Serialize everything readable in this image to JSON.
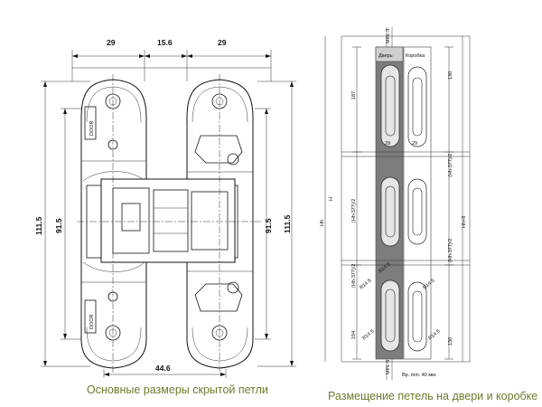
{
  "dimensions": {
    "width_left": "29",
    "gap": "15.6",
    "width_right": "29",
    "total_height_left": "111.5",
    "inner_height_left": "91.5",
    "inner_height_right": "91.5",
    "total_height_right": "111.5",
    "bottom_width": "44.6"
  },
  "door_plate_text": "DOOR",
  "placement": {
    "top_label": "MIN. 3",
    "bottom_label": "MIN. 6",
    "door_header": "Дверь",
    "frame_header": "Коробка",
    "dim_29": "29",
    "dim_187": "187",
    "dim_130": "130",
    "dim_194": "194",
    "dim_130_bottom": "130",
    "hh_half_left": "(Hh-377)/2",
    "hh_half_left_lower": "(Hh-377)/2",
    "hh_half_right": "(Hh-377)/2",
    "hh_half_right_lower": "(Hh-377)/2",
    "hh_label": "Hh",
    "hh_right": "Hh+8",
    "h_marker": "H",
    "r_label": "R14.5",
    "spacing_note": "Bp. min. 40 мм."
  },
  "captions": {
    "left": "Основные размеры скрытой петли",
    "right": "Размещение петель на двери и коробке"
  }
}
